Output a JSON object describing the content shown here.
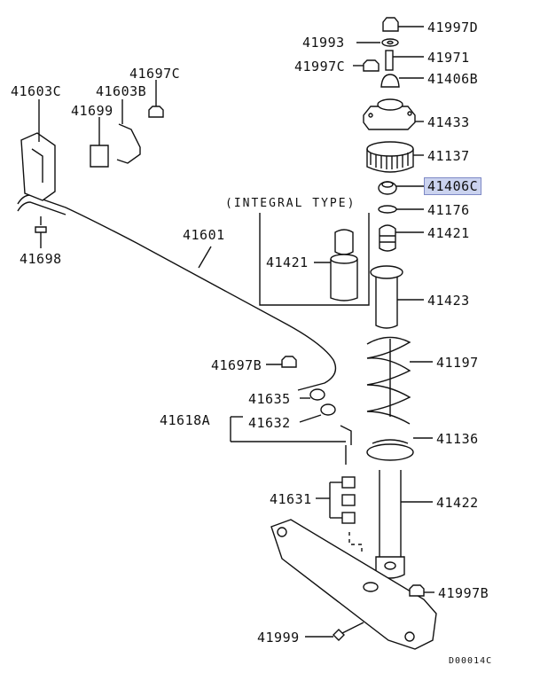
{
  "diagram": {
    "code": "D00014C",
    "integral_type_label": "(INTEGRAL TYPE)",
    "highlight_color": "#cbd3ef",
    "parts": {
      "p41997D": "41997D",
      "p41993": "41993",
      "p41971": "41971",
      "p41997C": "41997C",
      "p41406B": "41406B",
      "p41433": "41433",
      "p41137": "41137",
      "p41406C": "41406C",
      "p41176": "41176",
      "p41421a": "41421",
      "p41421b": "41421",
      "p41423": "41423",
      "p41197": "41197",
      "p41136": "41136",
      "p41422": "41422",
      "p41997B": "41997B",
      "p41999": "41999",
      "p41603C": "41603C",
      "p41603B": "41603B",
      "p41697C": "41697C",
      "p41699": "41699",
      "p41698": "41698",
      "p41601": "41601",
      "p41697B": "41697B",
      "p41635": "41635",
      "p41618A": "41618A",
      "p41632": "41632",
      "p41631": "41631"
    }
  }
}
